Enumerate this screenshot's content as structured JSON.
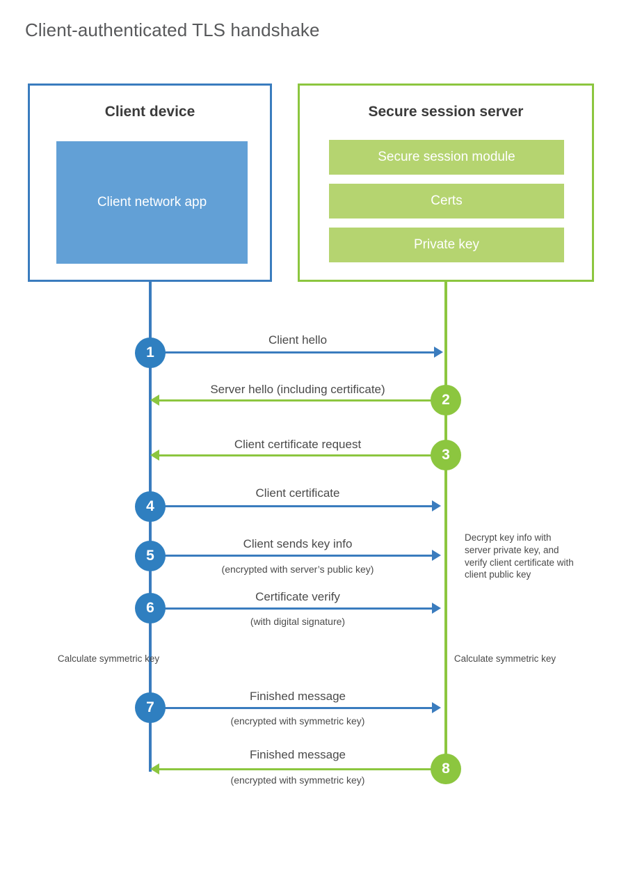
{
  "title": "Client-authenticated TLS handshake",
  "colors": {
    "blue_stroke": "#3a7cbe",
    "blue_fill": "#62a0d6",
    "blue_circle": "#2f7fc0",
    "green_stroke": "#8cc63f",
    "green_fill": "#b5d470",
    "text": "#4a4a4a"
  },
  "actors": {
    "client": {
      "title": "Client device",
      "blocks": [
        {
          "label": "Client network app"
        }
      ]
    },
    "server": {
      "title": "Secure session server",
      "blocks": [
        {
          "label": "Secure session module"
        },
        {
          "label": "Certs"
        },
        {
          "label": "Private key"
        }
      ]
    }
  },
  "steps": [
    {
      "number": "1",
      "label": "Client hello",
      "sub": "",
      "direction": "client-to-server",
      "color": "blue"
    },
    {
      "number": "2",
      "label": "Server hello (including certificate)",
      "sub": "",
      "direction": "server-to-client",
      "color": "green"
    },
    {
      "number": "3",
      "label": "Client certificate request",
      "sub": "",
      "direction": "server-to-client",
      "color": "green"
    },
    {
      "number": "4",
      "label": "Client certificate",
      "sub": "",
      "direction": "client-to-server",
      "color": "blue"
    },
    {
      "number": "5",
      "label": "Client sends key info",
      "sub": "(encrypted with server’s public key)",
      "direction": "client-to-server",
      "color": "blue"
    },
    {
      "number": "6",
      "label": "Certificate verify",
      "sub": "(with digital signature)",
      "direction": "client-to-server",
      "color": "blue"
    },
    {
      "number": "7",
      "label": "Finished message",
      "sub": "(encrypted with symmetric key)",
      "direction": "client-to-server",
      "color": "blue"
    },
    {
      "number": "8",
      "label": "Finished message",
      "sub": "(encrypted with symmetric key)",
      "direction": "server-to-client",
      "color": "green"
    }
  ],
  "notes": {
    "server_decrypt": "Decrypt key info with server private key, and verify client certificate with client public key",
    "client_calc": "Calculate symmetric key",
    "server_calc": "Calculate symmetric key"
  }
}
